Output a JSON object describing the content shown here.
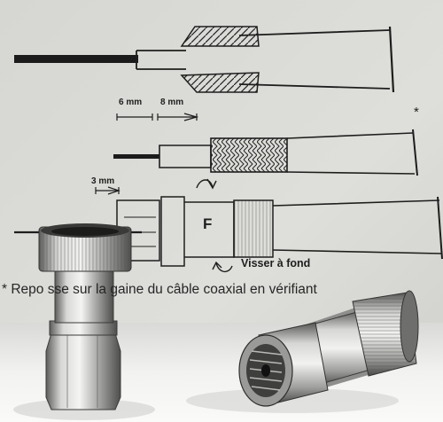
{
  "diagram": {
    "dim_6": "6 mm",
    "dim_8": "8 mm",
    "dim_3": "3 mm",
    "asterisk": "*",
    "connector_letter": "F",
    "instruction_screw": "Visser à fond",
    "caption": "* Repo      sse sur la gaine du câble coaxial en vérifiant"
  },
  "colors": {
    "paper": "#dcdcd8",
    "ink": "#1e1e1e",
    "table": "#f4f4f2",
    "metal": "#b9b9b7"
  }
}
